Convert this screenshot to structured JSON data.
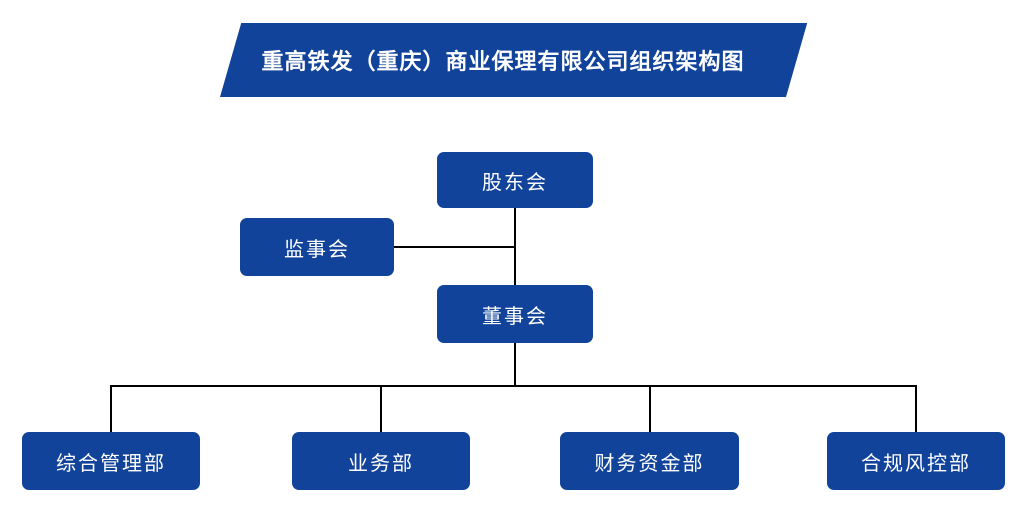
{
  "title": "重高铁发（重庆）商业保理有限公司组织架构图",
  "colors": {
    "primary": "#11439A",
    "line": "#000000",
    "text": "#FFFFFF",
    "background": "#FFFFFF"
  },
  "org_chart": {
    "nodes": {
      "shareholders": "股东会",
      "supervisors": "监事会",
      "directors": "董事会"
    },
    "departments": [
      "综合管理部",
      "业务部",
      "财务资金部",
      "合规风控部"
    ],
    "hierarchy": {
      "root": "股东会",
      "root_children": [
        "董事会"
      ],
      "side_node_of_root_link": "监事会",
      "directors_children": [
        "综合管理部",
        "业务部",
        "财务资金部",
        "合规风控部"
      ]
    }
  }
}
